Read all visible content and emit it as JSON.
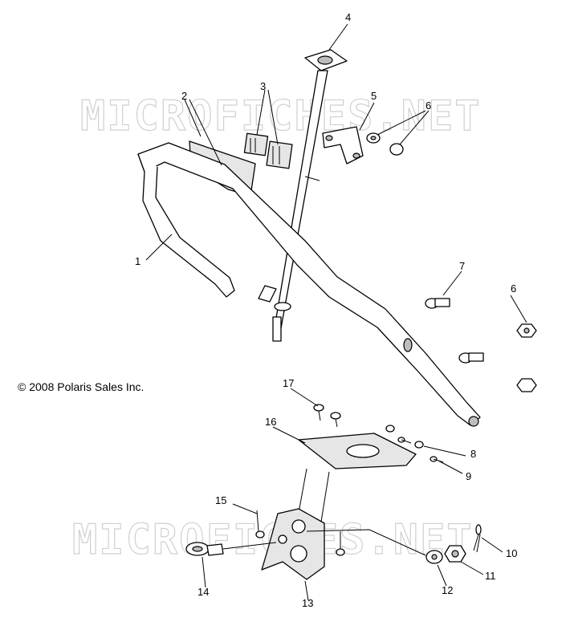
{
  "copyright": "© 2008 Polaris Sales Inc.",
  "watermark": "MICROFICHES.NET",
  "callouts": [
    {
      "id": "1",
      "label": "1"
    },
    {
      "id": "2",
      "label": "2"
    },
    {
      "id": "3",
      "label": "3"
    },
    {
      "id": "4",
      "label": "4"
    },
    {
      "id": "5",
      "label": "5"
    },
    {
      "id": "6a",
      "label": "6"
    },
    {
      "id": "6b",
      "label": "6"
    },
    {
      "id": "7",
      "label": "7"
    },
    {
      "id": "8",
      "label": "8"
    },
    {
      "id": "9",
      "label": "9"
    },
    {
      "id": "10",
      "label": "10"
    },
    {
      "id": "11",
      "label": "11"
    },
    {
      "id": "12",
      "label": "12"
    },
    {
      "id": "13",
      "label": "13"
    },
    {
      "id": "14",
      "label": "14"
    },
    {
      "id": "15",
      "label": "15"
    },
    {
      "id": "16",
      "label": "16"
    },
    {
      "id": "17",
      "label": "17"
    }
  ]
}
